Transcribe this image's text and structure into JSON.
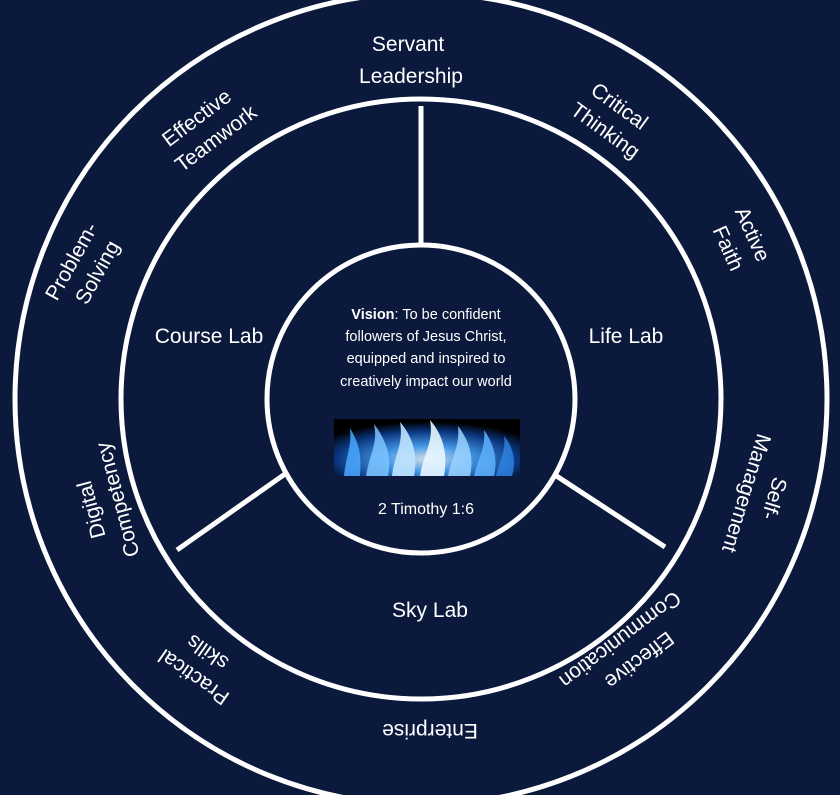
{
  "colors": {
    "background": "#0b1a3c",
    "ring": "#ffffff",
    "text": "#ffffff",
    "flame_core": "#e8f6ff",
    "flame_mid": "#4aa8ff",
    "flame_deep": "#0b3a8a"
  },
  "outer_ring": {
    "labels": [
      {
        "id": "servant-leadership",
        "lines": [
          "Servant",
          "Leadership"
        ]
      },
      {
        "id": "critical-thinking",
        "lines": [
          "Critical",
          "Thinking"
        ]
      },
      {
        "id": "active-faith",
        "lines": [
          "Active",
          "Faith"
        ]
      },
      {
        "id": "self-management",
        "lines": [
          "Self-",
          "Management"
        ]
      },
      {
        "id": "effective-communication",
        "lines": [
          "Effective",
          "Communication"
        ]
      },
      {
        "id": "enterprise",
        "lines": [
          "Enterprise"
        ]
      },
      {
        "id": "practical-skills",
        "lines": [
          "Practical",
          "skills"
        ]
      },
      {
        "id": "digital-competency",
        "lines": [
          "Digital",
          "Competency"
        ]
      },
      {
        "id": "problem-solving",
        "lines": [
          "Problem-",
          "Solving"
        ]
      },
      {
        "id": "effective-teamwork",
        "lines": [
          "Effective",
          "Teamwork"
        ]
      }
    ]
  },
  "middle_ring": {
    "labs": [
      {
        "id": "course-lab",
        "label": "Course Lab"
      },
      {
        "id": "life-lab",
        "label": "Life Lab"
      },
      {
        "id": "sky-lab",
        "label": "Sky Lab"
      }
    ]
  },
  "center": {
    "vision_label": "Vision",
    "vision_lines": [
      ": To be confident",
      "followers of Jesus Christ,",
      "equipped and inspired to",
      "creatively impact our world"
    ],
    "scripture": "2 Timothy 1:6",
    "image_icon": "blue-flame-image"
  }
}
